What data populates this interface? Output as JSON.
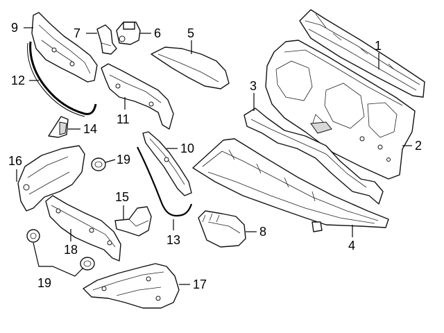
{
  "callouts": [
    {
      "id": "c1",
      "label": "1"
    },
    {
      "id": "c2",
      "label": "2"
    },
    {
      "id": "c3",
      "label": "3"
    },
    {
      "id": "c4",
      "label": "4"
    },
    {
      "id": "c5",
      "label": "5"
    },
    {
      "id": "c6",
      "label": "6"
    },
    {
      "id": "c7",
      "label": "7"
    },
    {
      "id": "c8",
      "label": "8"
    },
    {
      "id": "c9",
      "label": "9"
    },
    {
      "id": "c10",
      "label": "10"
    },
    {
      "id": "c11",
      "label": "11"
    },
    {
      "id": "c12",
      "label": "12"
    },
    {
      "id": "c13",
      "label": "13"
    },
    {
      "id": "c14",
      "label": "14"
    },
    {
      "id": "c15",
      "label": "15"
    },
    {
      "id": "c16",
      "label": "16"
    },
    {
      "id": "c17",
      "label": "17"
    },
    {
      "id": "c18",
      "label": "18"
    },
    {
      "id": "c19a",
      "label": "19"
    },
    {
      "id": "c19b",
      "label": "19"
    }
  ]
}
